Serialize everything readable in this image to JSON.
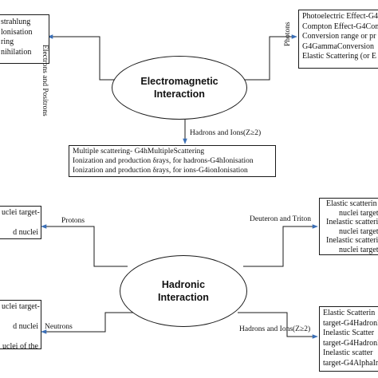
{
  "em": {
    "title_line1": "Electromagnetic",
    "title_line2": "Interaction",
    "left_box": [
      "strahlung",
      "lonisation",
      "ring",
      "nihilation"
    ],
    "left_label": "Electrons and Positrons",
    "right_label": "Photons",
    "right_box": [
      "Photoelectric Effect-G4",
      "Compton Effect-G4Com",
      "Conversion range or pr",
      "G4GammaConversion",
      "Elastic Scattering (or E"
    ],
    "down_label": "Hadrons and Ions(Z≥2)",
    "center_box": [
      "Multiple scattering- G4hMultipleScattering",
      "Ionization and production δrays, for hadrons-G4hIonisation",
      "Ionization and production δrays, for ions-G4ionIonisation"
    ]
  },
  "had": {
    "title_line1": "Hadronic",
    "title_line2": "Interaction",
    "top_left_label": "Protons",
    "top_left_box": [
      "uclei target-",
      "",
      "d nuclei"
    ],
    "top_right_label": "Deuteron and Triton",
    "top_right_box": [
      "Elastic scatterin",
      "nuclei target-",
      "Inelastic scatterin",
      "nuclei target-",
      "Inelastic scatterin",
      "nuclei target-"
    ],
    "bottom_left_label": "Neutrons",
    "bottom_left_box": [
      "uclei target-",
      "",
      "d nuclei",
      "",
      "uclei of the"
    ],
    "bottom_right_label": "Hadrons and Ions(Z≥2)",
    "bottom_right_box": [
      "Elastic Scatterin",
      "target-G4Hadronl",
      "Inelastic Scatter",
      "target-G4Hadronl",
      "Inelastic scatter",
      "target-G4AlphaIn"
    ]
  },
  "colors": {
    "arrow": "#3b6fb6",
    "line": "#1a1a1a"
  }
}
